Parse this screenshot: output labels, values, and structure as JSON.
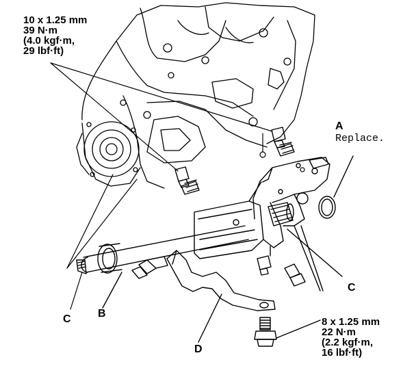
{
  "torque_top": {
    "line1": "10 x 1.25 mm",
    "line2": "39 N·m",
    "line3": "(4.0 kgf·m,",
    "line4": "29 lbf·ft)"
  },
  "torque_bottom": {
    "line1": "8 x 1.25 mm",
    "line2": "22 N·m",
    "line3": "(2.2 kgf·m,",
    "line4": "16 lbf·ft)"
  },
  "callouts": {
    "a": "A",
    "a_note": "Replace.",
    "b": "B",
    "c_left": "C",
    "c_right": "C",
    "d": "D"
  }
}
